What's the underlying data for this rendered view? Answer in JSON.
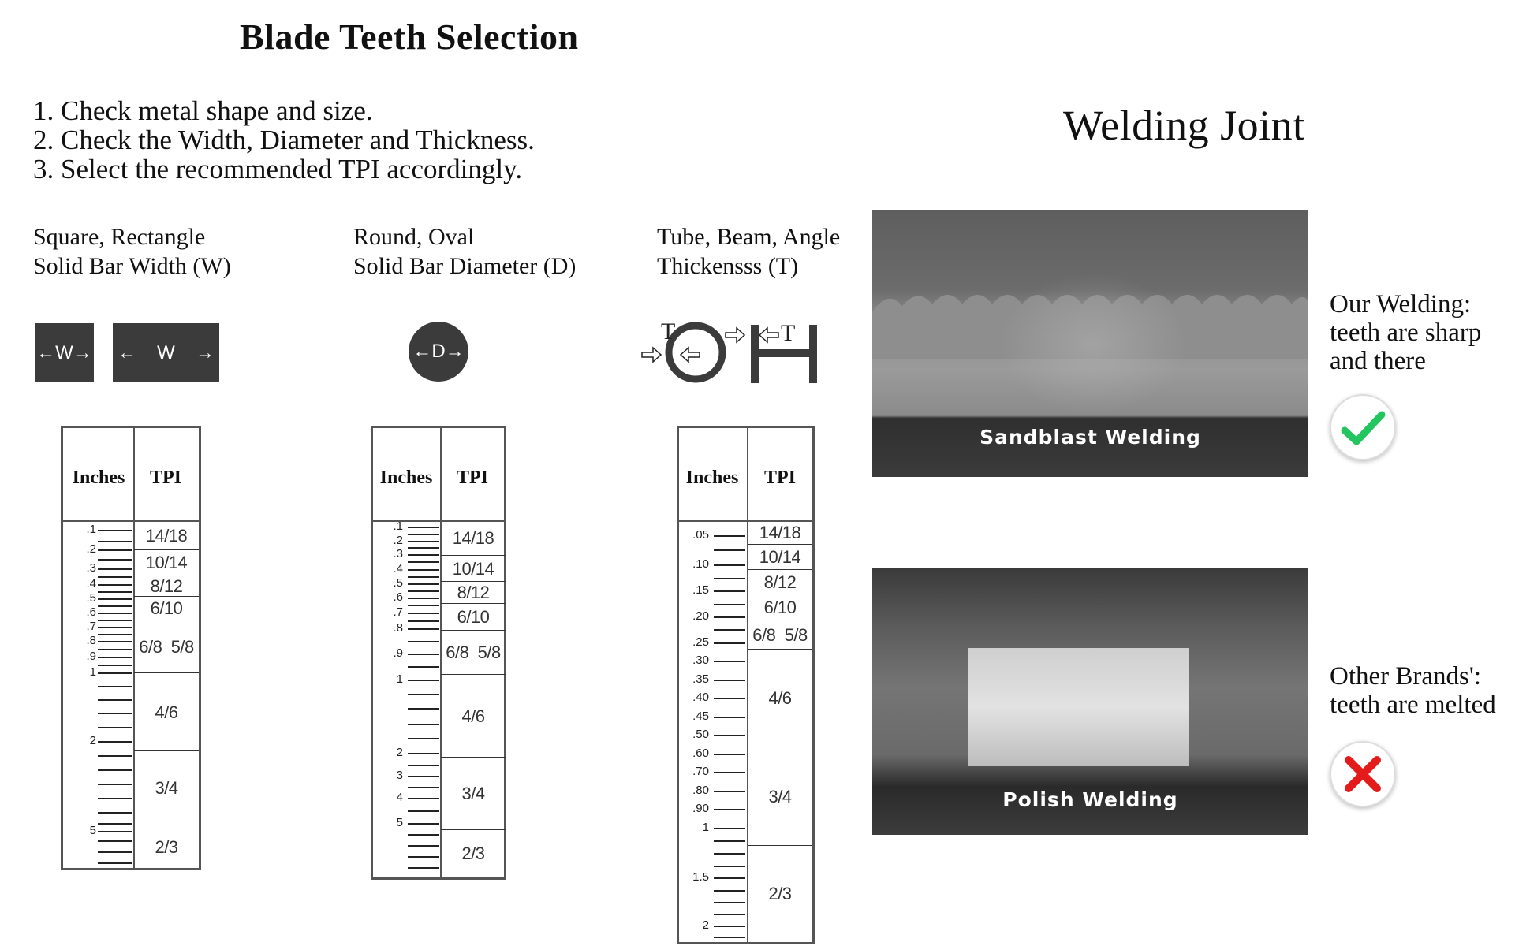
{
  "header": {
    "title": "Blade Teeth Selection",
    "steps": [
      "1. Check metal shape and size.",
      "2. Check the Width, Diameter and Thickness.",
      "3. Select the recommended TPI accordingly."
    ]
  },
  "welding": {
    "title": "Welding Joint",
    "good_caption": "Sandblast Welding",
    "bad_caption": "Polish Welding",
    "good_note": [
      "Our Welding:",
      "teeth are sharp",
      "and there"
    ],
    "bad_note": [
      "Other Brands':",
      "teeth are melted"
    ],
    "good_icon": "checkmark-icon",
    "bad_icon": "cross-icon",
    "good_color": "#22c55e",
    "bad_color": "#e31b1b"
  },
  "sections": [
    {
      "line1": "Square, Rectangle",
      "line2": "Solid Bar Width (W)",
      "symbol_small": "W",
      "symbol_large": "W",
      "chart": {
        "col_inches": "Inches",
        "col_tpi": "TPI",
        "inch_labels": [
          {
            "v": 0.1,
            "t": ".1"
          },
          {
            "v": 0.2,
            "t": ".2"
          },
          {
            "v": 0.3,
            "t": ".3"
          },
          {
            "v": 0.4,
            "t": ".4"
          },
          {
            "v": 0.5,
            "t": ".5"
          },
          {
            "v": 0.6,
            "t": ".6"
          },
          {
            "v": 0.7,
            "t": ".7"
          },
          {
            "v": 0.8,
            "t": ".8"
          },
          {
            "v": 0.9,
            "t": ".9"
          },
          {
            "v": 1,
            "t": "1"
          },
          {
            "v": 2,
            "t": "2"
          },
          {
            "v": 5,
            "t": "5"
          }
        ],
        "tpi": [
          "14/18",
          "10/14",
          "8/12",
          "6/10",
          "6/8  5/8",
          "4/6",
          "3/4",
          "2/3"
        ]
      }
    },
    {
      "line1": "Round, Oval",
      "line2": "Solid Bar Diameter (D)",
      "symbol": "D",
      "chart": {
        "col_inches": "Inches",
        "col_tpi": "TPI",
        "inch_labels": [
          {
            "v": 0.1,
            "t": ".1"
          },
          {
            "v": 0.2,
            "t": ".2"
          },
          {
            "v": 0.3,
            "t": ".3"
          },
          {
            "v": 0.4,
            "t": ".4"
          },
          {
            "v": 0.5,
            "t": ".5"
          },
          {
            "v": 0.6,
            "t": ".6"
          },
          {
            "v": 0.7,
            "t": ".7"
          },
          {
            "v": 0.8,
            "t": ".8"
          },
          {
            "v": 0.9,
            "t": ".9"
          },
          {
            "v": 1,
            "t": "1"
          },
          {
            "v": 2,
            "t": "2"
          },
          {
            "v": 3,
            "t": "3"
          },
          {
            "v": 4,
            "t": "4"
          },
          {
            "v": 5,
            "t": "5"
          }
        ],
        "tpi": [
          "14/18",
          "10/14",
          "8/12",
          "6/10",
          "6/8  5/8",
          "4/6",
          "3/4",
          "2/3"
        ]
      }
    },
    {
      "line1": "Tube, Beam, Angle",
      "line2": "Thickensss (T)",
      "symbol": "T",
      "chart": {
        "col_inches": "Inches",
        "col_tpi": "TPI",
        "inch_labels": [
          {
            "v": 0.05,
            "t": ".05"
          },
          {
            "v": 0.1,
            "t": ".10"
          },
          {
            "v": 0.15,
            "t": ".15"
          },
          {
            "v": 0.2,
            "t": ".20"
          },
          {
            "v": 0.25,
            "t": ".25"
          },
          {
            "v": 0.3,
            "t": ".30"
          },
          {
            "v": 0.35,
            "t": ".35"
          },
          {
            "v": 0.4,
            "t": ".40"
          },
          {
            "v": 0.45,
            "t": ".45"
          },
          {
            "v": 0.5,
            "t": ".50"
          },
          {
            "v": 0.6,
            "t": ".60"
          },
          {
            "v": 0.7,
            "t": ".70"
          },
          {
            "v": 0.8,
            "t": ".80"
          },
          {
            "v": 0.9,
            "t": ".90"
          },
          {
            "v": 1,
            "t": "1"
          },
          {
            "v": 1.5,
            "t": "1.5"
          },
          {
            "v": 2,
            "t": "2"
          }
        ],
        "tpi": [
          "14/18",
          "10/14",
          "8/12",
          "6/10",
          "6/8  5/8",
          "4/6",
          "3/4",
          "2/3"
        ]
      }
    }
  ]
}
